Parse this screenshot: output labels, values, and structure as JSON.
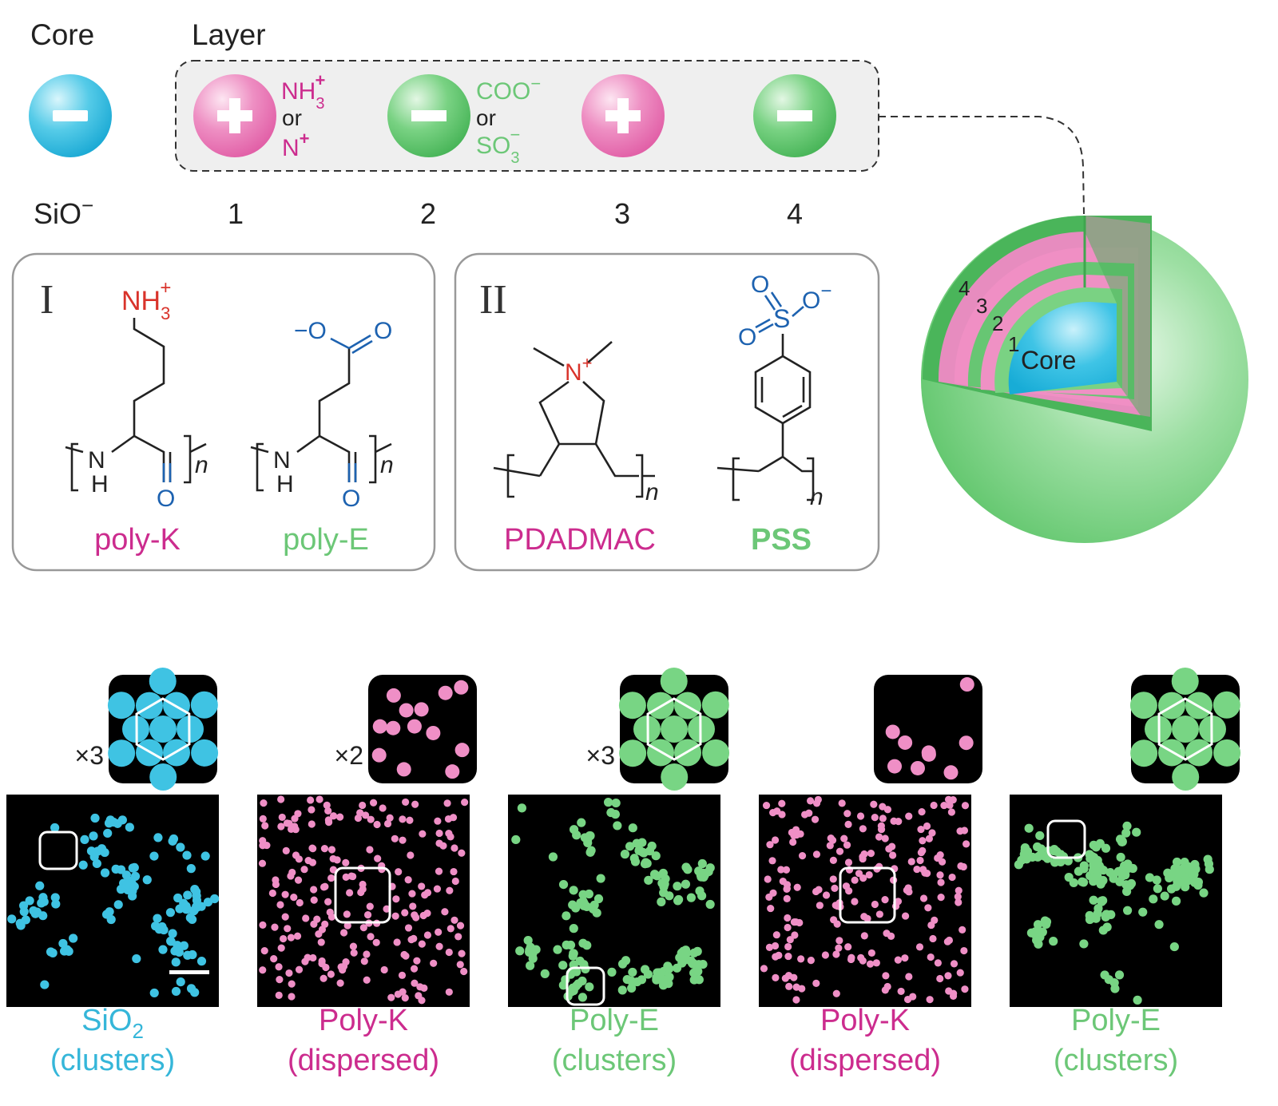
{
  "colors": {
    "core": "#36bfe3",
    "positive": "#e978b8",
    "negative": "#5dc46c",
    "magenta_text": "#cc2c8e",
    "green_text": "#6cc777",
    "red_text": "#d9332b",
    "blue_text": "#1d62b0",
    "cyan_text": "#35b6d9",
    "panel_bg": "#000000",
    "dot_pink": "#ef8fc6",
    "dot_green": "#78d584",
    "dot_cyan": "#3fc3e3"
  },
  "header": {
    "core_label": "Core",
    "layer_label": "Layer",
    "core_charge": "SiO",
    "core_charge_sup": "−",
    "layer_numbers": [
      "1",
      "2",
      "3",
      "4"
    ]
  },
  "layers": [
    {
      "sign": "+",
      "text_top": "NH",
      "text_top_sub": "3",
      "text_top_sup": "+",
      "or": "or",
      "text_bottom": "N",
      "text_bottom_sup": "+"
    },
    {
      "sign": "−",
      "text_top": "COO",
      "text_top_sup": "−",
      "or": "or",
      "text_bottom": "SO",
      "text_bottom_sub": "3",
      "text_bottom_sup": "−"
    },
    {
      "sign": "+"
    },
    {
      "sign": "−"
    }
  ],
  "box_I": {
    "numeral": "I",
    "poly_k": {
      "top": "NH",
      "top_sub": "3",
      "top_sup": "+",
      "n": "N",
      "h": "H",
      "o": "O",
      "rep": "n",
      "name": "poly-K"
    },
    "poly_e": {
      "top_o_minus": "−O",
      "top_o": "O",
      "n": "N",
      "h": "H",
      "o": "O",
      "rep": "n",
      "name": "poly-E"
    }
  },
  "box_II": {
    "numeral": "II",
    "pdadmac": {
      "n_plus": "N",
      "n_sup": "+",
      "rep": "n",
      "name": "PDADMAC"
    },
    "pss": {
      "o1": "O",
      "o2": "O",
      "s": "S",
      "o_minus": "O",
      "o_minus_sup": "−",
      "rep": "n",
      "name": "PSS"
    }
  },
  "sphere": {
    "labels": [
      "4",
      "3",
      "2",
      "1"
    ],
    "core_label": "Core"
  },
  "panels": [
    {
      "magnification": "×3",
      "name": "SiO",
      "name_sub": "2",
      "state": "(clusters)",
      "color": "#35b6d9"
    },
    {
      "magnification": "×2",
      "name": "Poly-K",
      "name_sub": "",
      "state": "(dispersed)",
      "color": "#cc2c8e"
    },
    {
      "magnification": "×3",
      "name": "Poly-E",
      "name_sub": "",
      "state": "(clusters)",
      "color": "#6cc777"
    },
    {
      "magnification": "",
      "name": "Poly-K",
      "name_sub": "",
      "state": "(dispersed)",
      "color": "#cc2c8e"
    },
    {
      "magnification": "",
      "name": "Poly-E",
      "name_sub": "",
      "state": "(clusters)",
      "color": "#6cc777"
    }
  ]
}
